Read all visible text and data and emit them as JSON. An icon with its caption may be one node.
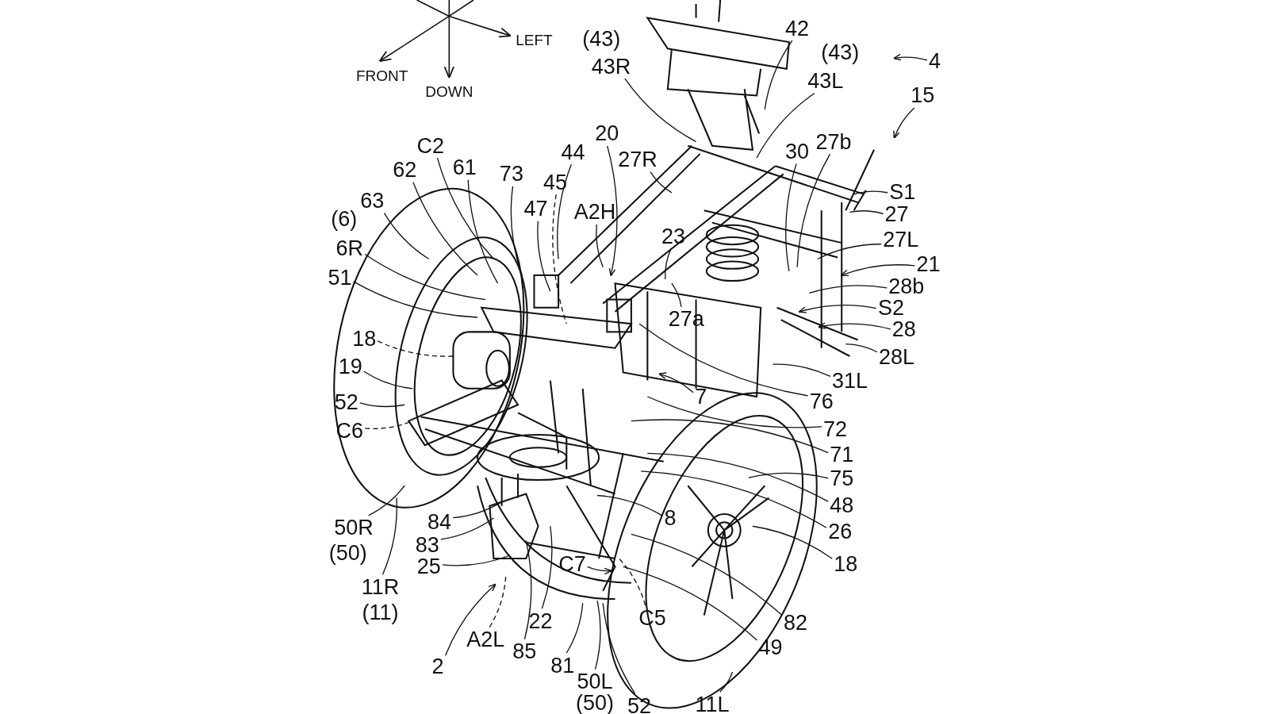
{
  "diagram": {
    "nodes": [
      {
        "text": [
          "42"
        ]
      },
      {
        "text": [
          "4"
        ]
      },
      {
        "text": [
          "43R"
        ]
      },
      {
        "text": [
          "43L"
        ]
      },
      {
        "text": [
          "15"
        ]
      },
      {
        "text": [
          "20"
        ]
      },
      {
        "text": [
          "C2"
        ]
      },
      {
        "text": [
          "44"
        ]
      },
      {
        "text": [
          "27R"
        ]
      },
      {
        "text": [
          "30"
        ]
      },
      {
        "text": [
          "27b"
        ]
      },
      {
        "text": [
          "62"
        ]
      },
      {
        "text": [
          "61"
        ]
      },
      {
        "text": [
          "73"
        ]
      },
      {
        "text": [
          "45"
        ]
      },
      {
        "text": [
          "S1"
        ]
      },
      {
        "text": [
          "63"
        ]
      },
      {
        "text": [
          "47"
        ]
      },
      {
        "text": [
          "A2H"
        ]
      },
      {
        "text": [
          "27"
        ]
      },
      {
        "text": [
          "23"
        ]
      },
      {
        "text": [
          "27L"
        ]
      },
      {
        "text": [
          "6R"
        ]
      },
      {
        "text": [
          "21"
        ]
      },
      {
        "text": [
          "51"
        ]
      },
      {
        "text": [
          "28b"
        ]
      },
      {
        "text": [
          "S2"
        ]
      },
      {
        "text": [
          "27a"
        ]
      },
      {
        "text": [
          "28"
        ]
      },
      {
        "text": [
          "18"
        ]
      },
      {
        "text": [
          "28L"
        ]
      },
      {
        "text": [
          "19"
        ]
      },
      {
        "text": [
          "31L"
        ]
      },
      {
        "text": [
          "7"
        ]
      },
      {
        "text": [
          "76"
        ]
      },
      {
        "text": [
          "52"
        ]
      },
      {
        "text": [
          "72"
        ]
      },
      {
        "text": [
          "C6"
        ]
      },
      {
        "text": [
          "71"
        ]
      },
      {
        "text": [
          "75"
        ]
      },
      {
        "text": [
          "48"
        ]
      },
      {
        "text": [
          "8"
        ]
      },
      {
        "text": [
          "84"
        ]
      },
      {
        "text": [
          "50R"
        ]
      },
      {
        "text": [
          "26"
        ]
      },
      {
        "text": [
          "83"
        ]
      },
      {
        "text": [
          "18"
        ]
      },
      {
        "text": [
          "25"
        ]
      },
      {
        "text": [
          "C7"
        ]
      },
      {
        "text": [
          "11R"
        ]
      },
      {
        "text": [
          "C5"
        ]
      },
      {
        "text": [
          "22"
        ]
      },
      {
        "text": [
          "82"
        ]
      },
      {
        "text": [
          "A2L"
        ]
      },
      {
        "text": [
          "49"
        ]
      },
      {
        "text": [
          "85"
        ]
      },
      {
        "text": [
          "81"
        ]
      },
      {
        "text": [
          "2"
        ]
      },
      {
        "text": [
          "50L"
        ]
      },
      {
        "text": [
          "52"
        ]
      },
      {
        "text": [
          "11L"
        ]
      }
    ],
    "edges": [
      {
        "from": 0,
        "to": null,
        "arrow": "none"
      },
      {
        "from": 1,
        "to": null,
        "arrow": "to"
      },
      {
        "from": 2,
        "to": null,
        "arrow": "none"
      },
      {
        "from": 3,
        "to": null,
        "arrow": "none"
      },
      {
        "from": 4,
        "to": null,
        "arrow": "to"
      },
      {
        "from": 5,
        "to": null,
        "arrow": "to"
      },
      {
        "from": 6,
        "to": null,
        "arrow": "none"
      },
      {
        "from": 7,
        "to": null,
        "arrow": "none"
      },
      {
        "from": 8,
        "to": null,
        "arrow": "none"
      },
      {
        "from": 9,
        "to": null,
        "arrow": "none"
      },
      {
        "from": 10,
        "to": null,
        "arrow": "none"
      },
      {
        "from": 11,
        "to": null,
        "arrow": "none"
      },
      {
        "from": 12,
        "to": null,
        "arrow": "none"
      },
      {
        "from": 13,
        "to": null,
        "arrow": "none"
      },
      {
        "from": 14,
        "to": null,
        "arrow": "none",
        "style": "dashed"
      },
      {
        "from": 15,
        "to": null,
        "arrow": "none"
      },
      {
        "from": 16,
        "to": null,
        "arrow": "none"
      },
      {
        "from": 17,
        "to": null,
        "arrow": "none"
      },
      {
        "from": 18,
        "to": null,
        "arrow": "none"
      },
      {
        "from": 19,
        "to": null,
        "arrow": "none"
      },
      {
        "from": 20,
        "to": null,
        "arrow": "none"
      },
      {
        "from": 21,
        "to": null,
        "arrow": "none"
      },
      {
        "from": 22,
        "to": null,
        "arrow": "none"
      },
      {
        "from": 23,
        "to": null,
        "arrow": "to"
      },
      {
        "from": 24,
        "to": null,
        "arrow": "none"
      },
      {
        "from": 25,
        "to": null,
        "arrow": "none"
      },
      {
        "from": 26,
        "to": null,
        "arrow": "to"
      },
      {
        "from": 27,
        "to": null,
        "arrow": "none"
      },
      {
        "from": 28,
        "to": null,
        "arrow": "to"
      },
      {
        "from": 29,
        "to": null,
        "arrow": "none",
        "style": "dashed"
      },
      {
        "from": 30,
        "to": null,
        "arrow": "none"
      },
      {
        "from": 31,
        "to": null,
        "arrow": "none"
      },
      {
        "from": 32,
        "to": null,
        "arrow": "none"
      },
      {
        "from": 33,
        "to": null,
        "arrow": "to"
      },
      {
        "from": 34,
        "to": null,
        "arrow": "none"
      },
      {
        "from": 35,
        "to": null,
        "arrow": "none"
      },
      {
        "from": 36,
        "to": null,
        "arrow": "none"
      },
      {
        "from": 37,
        "to": null,
        "arrow": "none",
        "style": "dashed"
      },
      {
        "from": 38,
        "to": null,
        "arrow": "none"
      },
      {
        "from": 39,
        "to": null,
        "arrow": "none"
      },
      {
        "from": 40,
        "to": null,
        "arrow": "none"
      },
      {
        "from": 41,
        "to": null,
        "arrow": "none"
      },
      {
        "from": 42,
        "to": null,
        "arrow": "none"
      },
      {
        "from": 43,
        "to": null,
        "arrow": "none"
      },
      {
        "from": 44,
        "to": null,
        "arrow": "none"
      },
      {
        "from": 45,
        "to": null,
        "arrow": "none"
      },
      {
        "from": 46,
        "to": null,
        "arrow": "none"
      },
      {
        "from": 47,
        "to": null,
        "arrow": "none"
      },
      {
        "from": 48,
        "to": null,
        "arrow": "to"
      },
      {
        "from": 49,
        "to": null,
        "arrow": "none"
      },
      {
        "from": 50,
        "to": null,
        "arrow": "none",
        "style": "dashed"
      },
      {
        "from": 51,
        "to": null,
        "arrow": "none"
      },
      {
        "from": 52,
        "to": null,
        "arrow": "none"
      },
      {
        "from": 53,
        "to": null,
        "arrow": "none",
        "style": "dashed"
      },
      {
        "from": 54,
        "to": null,
        "arrow": "none"
      },
      {
        "from": 55,
        "to": null,
        "arrow": "none"
      },
      {
        "from": 56,
        "to": null,
        "arrow": "none"
      },
      {
        "from": 57,
        "to": null,
        "arrow": "to"
      },
      {
        "from": 58,
        "to": null,
        "arrow": "none"
      },
      {
        "from": 59,
        "to": null,
        "arrow": "none"
      },
      {
        "from": 60,
        "to": null,
        "arrow": "none"
      }
    ],
    "labels": [
      "LEFT",
      "(43)",
      "(43)",
      "FRONT",
      "DOWN",
      "(6)",
      "(50)",
      "(11)",
      "(50)"
    ]
  }
}
